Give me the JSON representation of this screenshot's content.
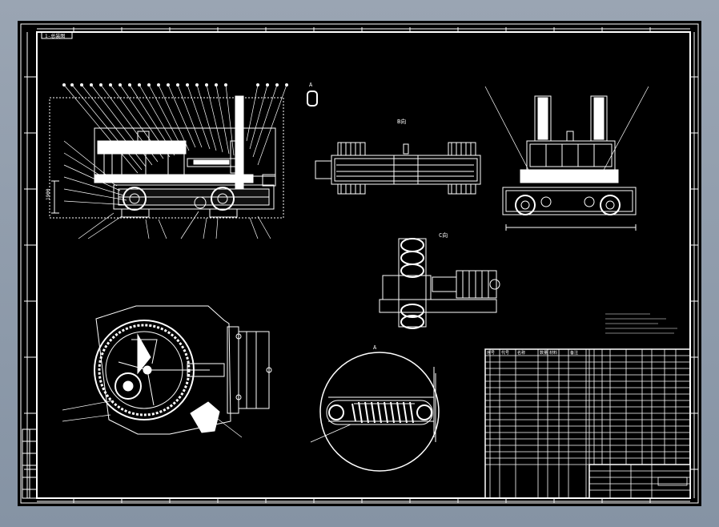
{
  "drawing": {
    "title_tag": "1-总装图",
    "views": {
      "top_right_label": "A",
      "section_label_1": "B向",
      "section_label_2": "C向",
      "detail_label": "A"
    },
    "dimensions": {
      "left_height": "1900"
    },
    "table_header_cols": [
      "序号",
      "代号",
      "名称",
      "数量",
      "材料",
      "备注"
    ]
  },
  "colors": {
    "background": "#000000",
    "lines": "#ffffff",
    "frame": "#8f9aa8"
  }
}
